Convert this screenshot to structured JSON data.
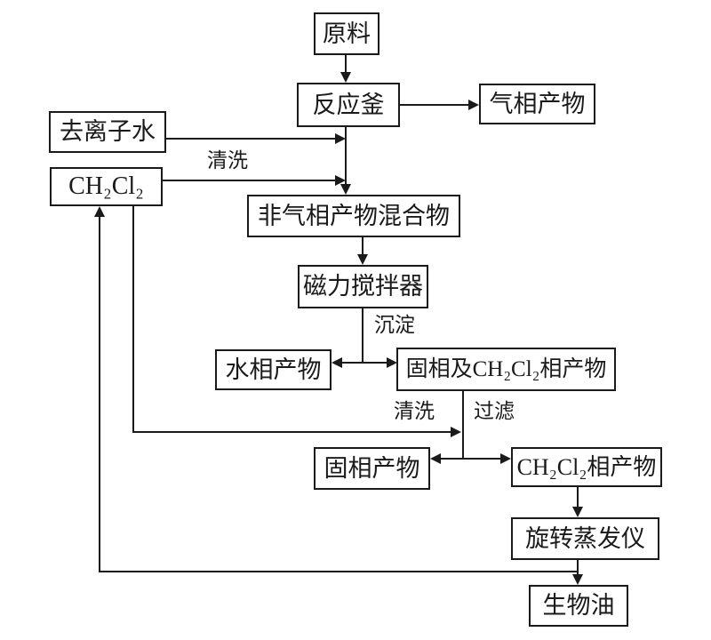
{
  "diagram": {
    "type": "flowchart",
    "background_color": "#ffffff",
    "line_color": "#1a1a1a",
    "nodes": [
      {
        "id": "raw-material",
        "label": "原料"
      },
      {
        "id": "reactor",
        "label": "反应釜"
      },
      {
        "id": "gas-phase-product",
        "label": "气相产物"
      },
      {
        "id": "deionized-water",
        "label": "去离子水"
      },
      {
        "id": "ch2cl2",
        "label": "CH₂Cl₂"
      },
      {
        "id": "non-gas-phase-mixture",
        "label": "非气相产物混合物"
      },
      {
        "id": "magnetic-stirrer",
        "label": "磁力搅拌器"
      },
      {
        "id": "aqueous-phase-product",
        "label": "水相产物"
      },
      {
        "id": "solid-and-ch2cl2-phase-product",
        "label": "固相及CH₂Cl₂相产物"
      },
      {
        "id": "solid-phase-product",
        "label": "固相产物"
      },
      {
        "id": "ch2cl2-phase-product",
        "label": "CH₂Cl₂相产物"
      },
      {
        "id": "rotary-evaporator",
        "label": "旋转蒸发仪"
      },
      {
        "id": "bio-oil",
        "label": "生物油"
      }
    ],
    "edge_labels": [
      {
        "id": "wash-top",
        "text": "清洗"
      },
      {
        "id": "precipitation",
        "text": "沉淀"
      },
      {
        "id": "wash-bottom",
        "text": "清洗"
      },
      {
        "id": "filtration",
        "text": "过滤"
      }
    ],
    "flows": [
      {
        "from": "原料",
        "to": "反应釜"
      },
      {
        "from": "反应釜",
        "to": "气相产物"
      },
      {
        "from": "反应釜",
        "to": "非气相产物混合物"
      },
      {
        "from": "去离子水",
        "to": "非气相产物混合物",
        "label": "清洗"
      },
      {
        "from": "CH₂Cl₂",
        "to": "非气相产物混合物",
        "label": "清洗"
      },
      {
        "from": "非气相产物混合物",
        "to": "磁力搅拌器"
      },
      {
        "from": "磁力搅拌器",
        "to": "水相产物",
        "label": "沉淀"
      },
      {
        "from": "磁力搅拌器",
        "to": "固相及CH₂Cl₂相产物",
        "label": "沉淀"
      },
      {
        "from": "CH₂Cl₂",
        "to": "固相及CH₂Cl₂相产物",
        "label": "清洗"
      },
      {
        "from": "固相及CH₂Cl₂相产物",
        "to": "固相产物",
        "label": "过滤"
      },
      {
        "from": "固相及CH₂Cl₂相产物",
        "to": "CH₂Cl₂相产物",
        "label": "过滤"
      },
      {
        "from": "CH₂Cl₂相产物",
        "to": "旋转蒸发仪"
      },
      {
        "from": "旋转蒸发仪",
        "to": "生物油"
      },
      {
        "from": "旋转蒸发仪",
        "to": "CH₂Cl₂",
        "note": "recycle"
      }
    ]
  }
}
